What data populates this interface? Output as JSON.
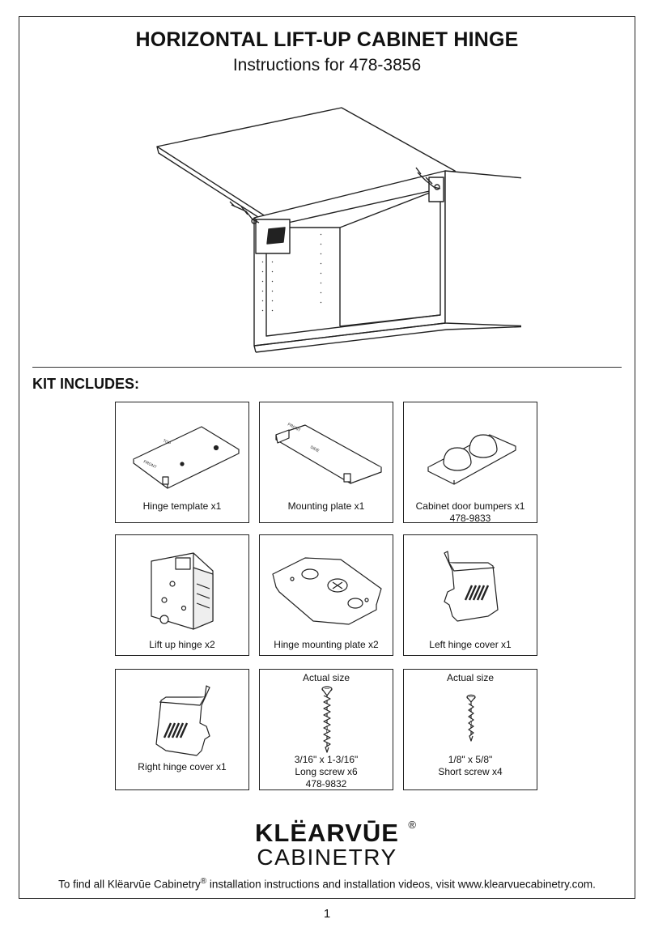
{
  "header": {
    "title": "HORIZONTAL LIFT-UP CABINET HINGE",
    "subtitle": "Instructions for 478-3856"
  },
  "kit": {
    "heading": "KIT INCLUDES:",
    "items": [
      {
        "caption": "Hinge template x1",
        "icon": "hinge-template-icon"
      },
      {
        "caption": "Mounting plate x1",
        "icon": "mounting-plate-icon"
      },
      {
        "caption": "Cabinet door bumpers x1",
        "subcaption": "478-9833",
        "icon": "door-bumpers-icon"
      },
      {
        "caption": "Lift up hinge x2",
        "icon": "lift-up-hinge-icon"
      },
      {
        "caption": "Hinge mounting plate x2",
        "icon": "hinge-mounting-plate-icon"
      },
      {
        "caption": "Left hinge cover x1",
        "icon": "left-hinge-cover-icon"
      },
      {
        "caption": "Right hinge cover x1",
        "icon": "right-hinge-cover-icon"
      },
      {
        "top_label": "Actual size",
        "caption": "3/16\" x 1-3/16\"",
        "caption2": "Long screw x6",
        "subcaption": "478-9832",
        "icon": "long-screw-icon"
      },
      {
        "top_label": "Actual size",
        "caption": "1/8\" x 5/8\"",
        "caption2": "Short screw x4",
        "icon": "short-screw-icon"
      }
    ],
    "diagram_labels": {
      "template_top": "TOP",
      "template_front": "FRONT",
      "plate_front": "FRONT",
      "plate_side": "SIDE"
    }
  },
  "brand": {
    "name_top": "KLËARVŪE",
    "reg_mark": "®",
    "name_bottom": "CABINETRY"
  },
  "footer": {
    "text_before": "To find all Klëarvūe Cabinetry",
    "reg_mark": "®",
    "text_after": " installation instructions and installation videos, visit www.klearvuecabinetry.com."
  },
  "page": {
    "number": "1"
  },
  "colors": {
    "line": "#222222",
    "fill": "#ffffff",
    "dark_fill": "#222222"
  }
}
